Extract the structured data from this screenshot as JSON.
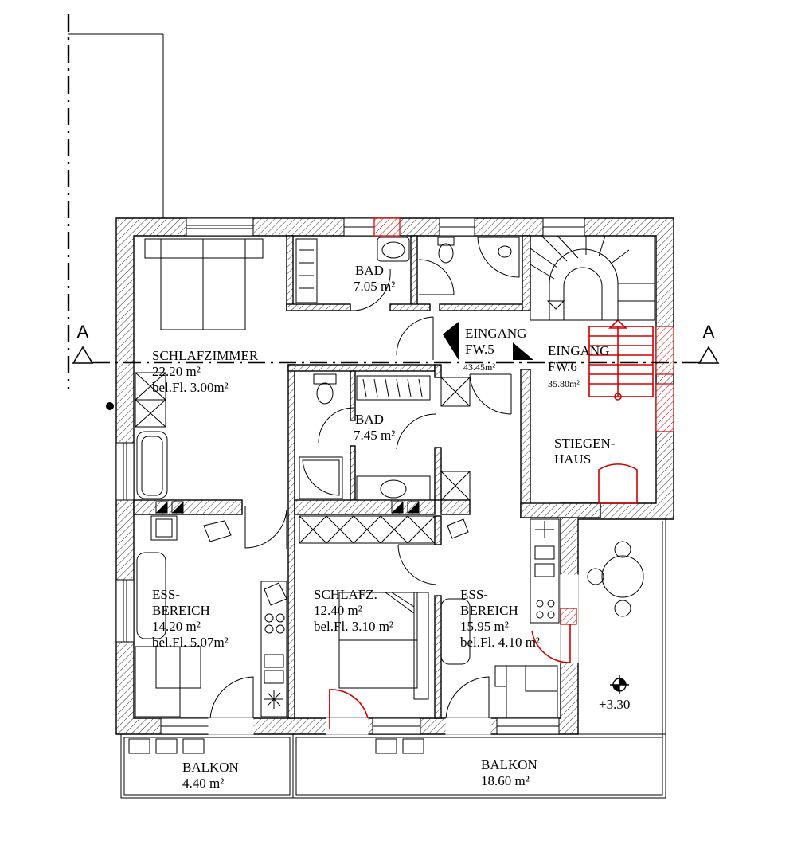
{
  "rooms": {
    "schlafzimmer": {
      "name": "SCHLAFZIMMER",
      "area": "22.20 m²",
      "bel": "bel.Fl. 3.00m²"
    },
    "bad1": {
      "name": "BAD",
      "area": "7.05 m²"
    },
    "bad2": {
      "name": "BAD",
      "area": "7.45 m²"
    },
    "eingang5": {
      "name": "EINGANG",
      "unit": "FW.5",
      "area": "43.45m²"
    },
    "eingang6": {
      "name": "EINGANG",
      "unit": "FW.6",
      "area": "35.80m²"
    },
    "stiegenhaus": {
      "line1": "STIEGEN-",
      "line2": "HAUS"
    },
    "ess1": {
      "line1": "ESS-",
      "line2": "BEREICH",
      "area": "14.20 m²",
      "bel": "bel.Fl. 5.07m²"
    },
    "schlafz": {
      "name": "SCHLAFZ.",
      "area": "12.40 m²",
      "bel": "bel.Fl. 3.10 m²"
    },
    "ess2": {
      "line1": "ESS-",
      "line2": "BEREICH",
      "area": "15.95 m²",
      "bel": "bel.Fl. 4.10 m²"
    },
    "balkon1": {
      "name": "BALKON",
      "area": "4.40 m²"
    },
    "balkon2": {
      "name": "BALKON",
      "area": "18.60 m²"
    }
  },
  "section_marks": {
    "left": "A",
    "right": "A"
  },
  "elevation": "+3.30",
  "colors": {
    "walls": "#000000",
    "new_construction": "#d00000",
    "background": "#ffffff"
  }
}
